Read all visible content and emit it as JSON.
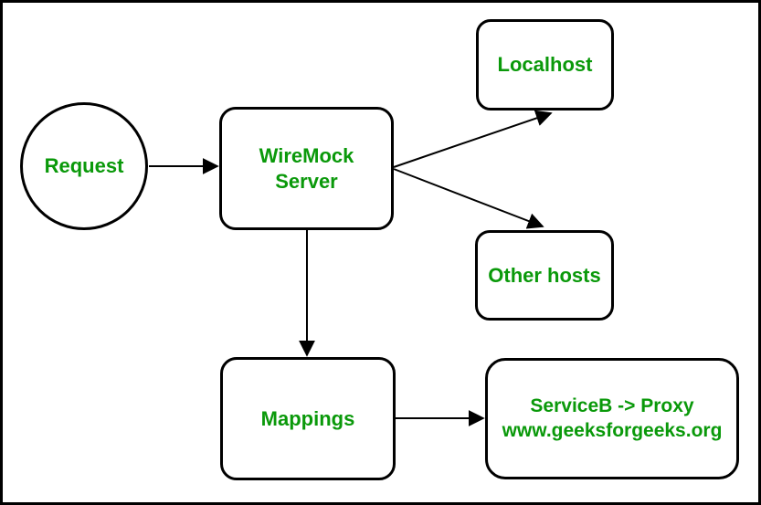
{
  "canvas": {
    "background_color": "#ffffff",
    "frame_color": "#000000",
    "shape_border_color": "#000000",
    "text_color": "#0a990a"
  },
  "nodes": {
    "request": {
      "label": "Request"
    },
    "wiremock_server": {
      "line1": "WireMock",
      "line2": "Server"
    },
    "localhost": {
      "label": "Localhost"
    },
    "other_hosts": {
      "label": "Other hosts"
    },
    "mappings": {
      "label": "Mappings"
    },
    "serviceb_proxy": {
      "line1": "ServiceB -> Proxy",
      "line2": "www.geeksforgeeks.org"
    }
  }
}
